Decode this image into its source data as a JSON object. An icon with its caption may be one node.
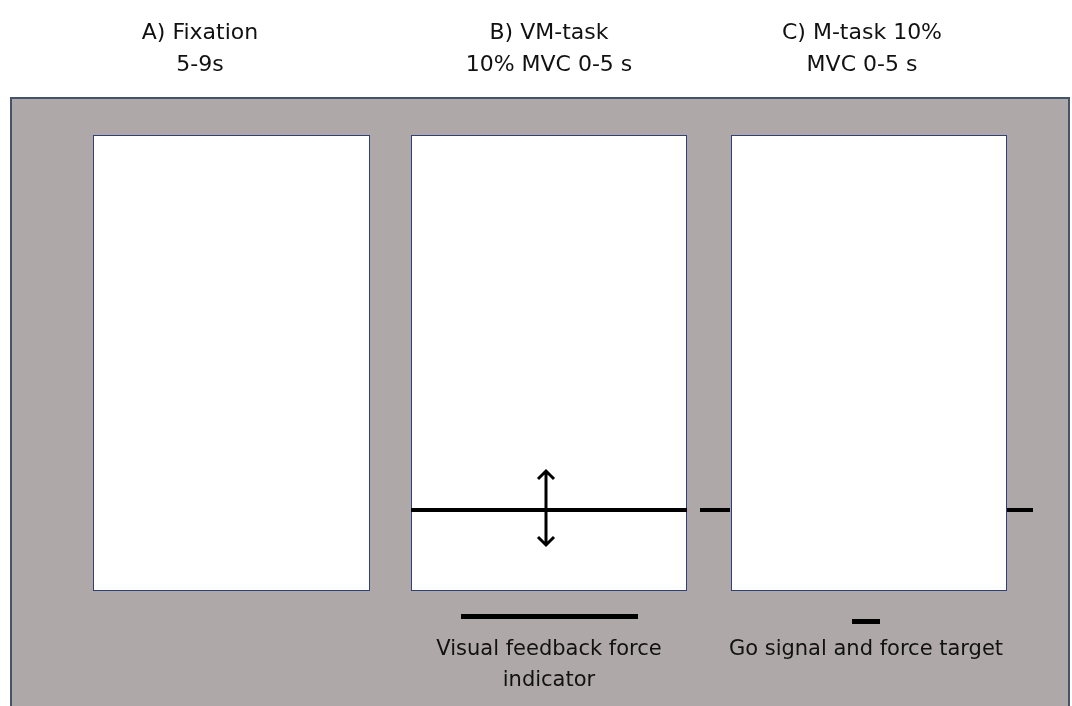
{
  "diagram": {
    "nodes": [
      {
        "text": [
          "A) Fixation 5-9s"
        ]
      },
      {
        "text": [
          "B) VM-task 10% MVC 0-5 s"
        ]
      },
      {
        "text": [
          "C) M-task 10% MVC 0-5 s"
        ]
      }
    ],
    "legend": [
      {
        "text": "Visual feedback force indicator"
      },
      {
        "text": "Go signal and force target"
      }
    ]
  }
}
